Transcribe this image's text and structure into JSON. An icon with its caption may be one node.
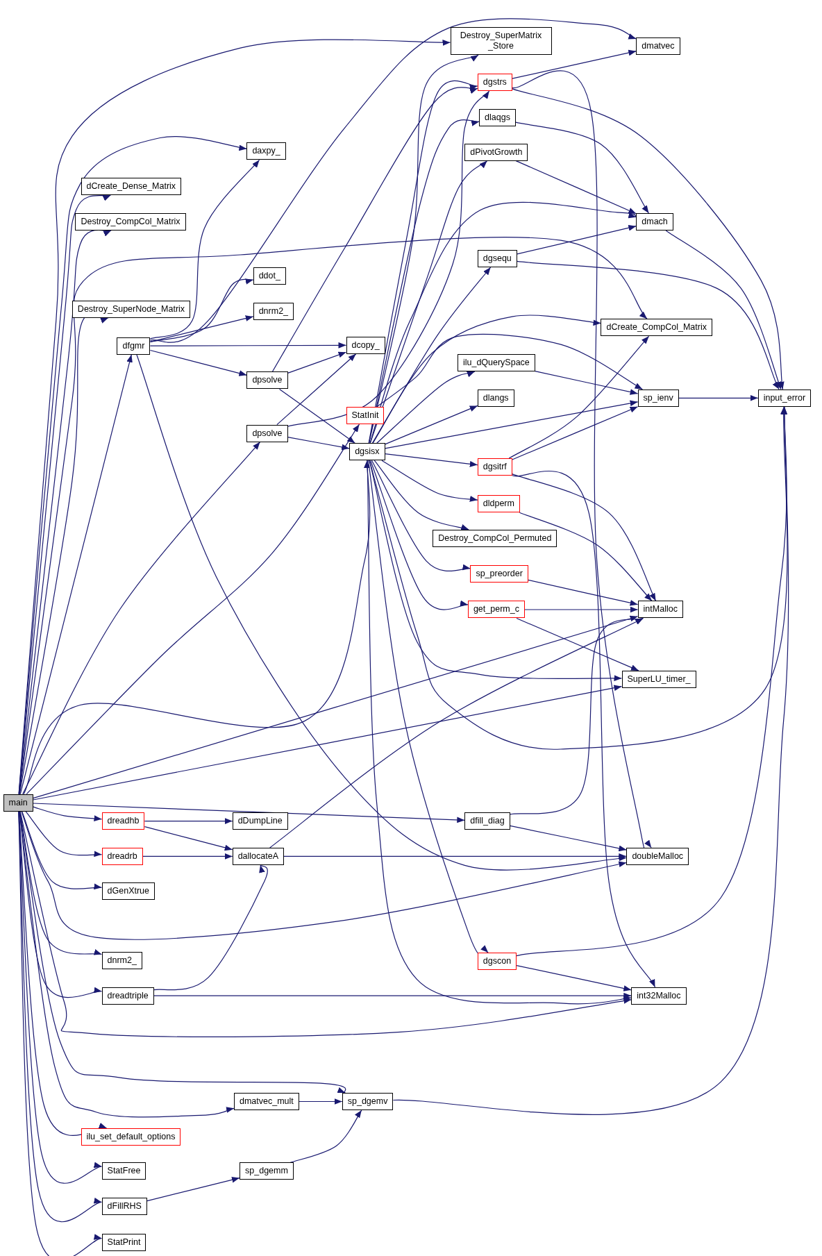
{
  "diagram": {
    "nodes": [
      {
        "text": [
          "main"
        ]
      },
      {
        "text": [
          "Destroy_SuperMatrix _Store"
        ]
      },
      {
        "text": [
          "dmatvec"
        ]
      },
      {
        "text": [
          "daxpy_"
        ]
      },
      {
        "text": [
          "dgstrs"
        ]
      },
      {
        "text": [
          "dlaqgs"
        ]
      },
      {
        "text": [
          "dPivotGrowth"
        ]
      },
      {
        "text": [
          "dCreate_Dense_Matrix"
        ]
      },
      {
        "text": [
          "Destroy_CompCol_Matrix"
        ]
      },
      {
        "text": [
          "dmach"
        ]
      },
      {
        "text": [
          "dgsequ"
        ]
      },
      {
        "text": [
          "ddot_"
        ]
      },
      {
        "text": [
          "Destroy_SuperNode_Matrix"
        ]
      },
      {
        "text": [
          "dnrm2_"
        ]
      },
      {
        "text": [
          "dCreate_CompCol_Matrix"
        ]
      },
      {
        "text": [
          "dfgmr"
        ]
      },
      {
        "text": [
          "dcopy_"
        ]
      },
      {
        "text": [
          "ilu_dQuerySpace"
        ]
      },
      {
        "text": [
          "dpsolve"
        ]
      },
      {
        "text": [
          "dlangs"
        ]
      },
      {
        "text": [
          "sp_ienv"
        ]
      },
      {
        "text": [
          "input_error"
        ]
      },
      {
        "text": [
          "StatInit"
        ]
      },
      {
        "text": [
          "dpsolve"
        ]
      },
      {
        "text": [
          "dgsisx"
        ]
      },
      {
        "text": [
          "dgsitrf"
        ]
      },
      {
        "text": [
          "dldperm"
        ]
      },
      {
        "text": [
          "Destroy_CompCol_Permuted"
        ]
      },
      {
        "text": [
          "sp_preorder"
        ]
      },
      {
        "text": [
          "intMalloc"
        ]
      },
      {
        "text": [
          "get_perm_c"
        ]
      },
      {
        "text": [
          "SuperLU_timer_"
        ]
      },
      {
        "text": [
          "dreadhb"
        ]
      },
      {
        "text": [
          "dDumpLine"
        ]
      },
      {
        "text": [
          "dfill_diag"
        ]
      },
      {
        "text": [
          "dreadrb"
        ]
      },
      {
        "text": [
          "dallocateA"
        ]
      },
      {
        "text": [
          "doubleMalloc"
        ]
      },
      {
        "text": [
          "dGenXtrue"
        ]
      },
      {
        "text": [
          "dnrm2_"
        ]
      },
      {
        "text": [
          "dgscon"
        ]
      },
      {
        "text": [
          "dreadtriple"
        ]
      },
      {
        "text": [
          "int32Malloc"
        ]
      },
      {
        "text": [
          "dmatvec_mult"
        ]
      },
      {
        "text": [
          "sp_dgemv"
        ]
      },
      {
        "text": [
          "ilu_set_default_options"
        ]
      },
      {
        "text": [
          "StatFree"
        ]
      },
      {
        "text": [
          "sp_dgemm"
        ]
      },
      {
        "text": [
          "dFillRHS"
        ]
      },
      {
        "text": [
          "StatPrint"
        ]
      }
    ],
    "edges": [
      {
        "from": 0,
        "to": 1,
        "arrow": "to"
      },
      {
        "from": 0,
        "to": 3,
        "arrow": "to"
      },
      {
        "from": 0,
        "to": 7,
        "arrow": "to"
      },
      {
        "from": 0,
        "to": 8,
        "arrow": "to"
      },
      {
        "from": 0,
        "to": 14,
        "arrow": "to"
      },
      {
        "from": 0,
        "to": 12,
        "arrow": "to"
      },
      {
        "from": 0,
        "to": 15,
        "arrow": "to"
      },
      {
        "from": 0,
        "to": 23,
        "arrow": "to"
      },
      {
        "from": 0,
        "to": 22,
        "arrow": "to"
      },
      {
        "from": 0,
        "to": 24,
        "arrow": "to"
      },
      {
        "from": 0,
        "to": 29,
        "arrow": "to"
      },
      {
        "from": 0,
        "to": 31,
        "arrow": "to"
      },
      {
        "from": 0,
        "to": 34,
        "arrow": "to"
      },
      {
        "from": 0,
        "to": 32,
        "arrow": "to"
      },
      {
        "from": 0,
        "to": 35,
        "arrow": "to"
      },
      {
        "from": 0,
        "to": 38,
        "arrow": "to"
      },
      {
        "from": 0,
        "to": 37,
        "arrow": "to"
      },
      {
        "from": 0,
        "to": 39,
        "arrow": "to"
      },
      {
        "from": 0,
        "to": 41,
        "arrow": "to"
      },
      {
        "from": 0,
        "to": 42,
        "arrow": "to"
      },
      {
        "from": 0,
        "to": 44,
        "arrow": "to"
      },
      {
        "from": 0,
        "to": 43,
        "arrow": "to"
      },
      {
        "from": 0,
        "to": 45,
        "arrow": "to"
      },
      {
        "from": 0,
        "to": 46,
        "arrow": "to"
      },
      {
        "from": 0,
        "to": 48,
        "arrow": "to"
      },
      {
        "from": 0,
        "to": 49,
        "arrow": "to"
      },
      {
        "from": 15,
        "to": 2,
        "arrow": "to"
      },
      {
        "from": 15,
        "to": 3,
        "arrow": "to"
      },
      {
        "from": 15,
        "to": 11,
        "arrow": "to"
      },
      {
        "from": 15,
        "to": 13,
        "arrow": "to"
      },
      {
        "from": 15,
        "to": 16,
        "arrow": "to"
      },
      {
        "from": 15,
        "to": 18,
        "arrow": "to"
      },
      {
        "from": 15,
        "to": 37,
        "arrow": "to"
      },
      {
        "from": 18,
        "to": 16,
        "arrow": "to"
      },
      {
        "from": 18,
        "to": 24,
        "arrow": "to"
      },
      {
        "from": 18,
        "to": 4,
        "arrow": "to"
      },
      {
        "from": 23,
        "to": 16,
        "arrow": "to"
      },
      {
        "from": 23,
        "to": 24,
        "arrow": "to"
      },
      {
        "from": 23,
        "to": 4,
        "arrow": "to"
      },
      {
        "from": 22,
        "to": 20,
        "arrow": "to"
      },
      {
        "from": 24,
        "to": 1,
        "arrow": "to"
      },
      {
        "from": 24,
        "to": 4,
        "arrow": "to"
      },
      {
        "from": 24,
        "to": 5,
        "arrow": "to"
      },
      {
        "from": 24,
        "to": 6,
        "arrow": "to"
      },
      {
        "from": 24,
        "to": 9,
        "arrow": "to"
      },
      {
        "from": 24,
        "to": 10,
        "arrow": "to"
      },
      {
        "from": 24,
        "to": 14,
        "arrow": "to"
      },
      {
        "from": 24,
        "to": 17,
        "arrow": "to"
      },
      {
        "from": 24,
        "to": 19,
        "arrow": "to"
      },
      {
        "from": 24,
        "to": 20,
        "arrow": "to"
      },
      {
        "from": 24,
        "to": 25,
        "arrow": "to"
      },
      {
        "from": 24,
        "to": 26,
        "arrow": "to"
      },
      {
        "from": 24,
        "to": 27,
        "arrow": "to"
      },
      {
        "from": 24,
        "to": 28,
        "arrow": "to"
      },
      {
        "from": 24,
        "to": 30,
        "arrow": "to"
      },
      {
        "from": 24,
        "to": 31,
        "arrow": "to"
      },
      {
        "from": 24,
        "to": 21,
        "arrow": "to"
      },
      {
        "from": 24,
        "to": 40,
        "arrow": "to"
      },
      {
        "from": 24,
        "to": 42,
        "arrow": "to"
      },
      {
        "from": 4,
        "to": 2,
        "arrow": "to"
      },
      {
        "from": 4,
        "to": 21,
        "arrow": "to"
      },
      {
        "from": 4,
        "to": 37,
        "arrow": "to"
      },
      {
        "from": 5,
        "to": 9,
        "arrow": "to"
      },
      {
        "from": 6,
        "to": 9,
        "arrow": "to"
      },
      {
        "from": 10,
        "to": 9,
        "arrow": "to"
      },
      {
        "from": 10,
        "to": 21,
        "arrow": "to"
      },
      {
        "from": 9,
        "to": 21,
        "arrow": "to"
      },
      {
        "from": 17,
        "to": 20,
        "arrow": "to"
      },
      {
        "from": 20,
        "to": 21,
        "arrow": "to"
      },
      {
        "from": 25,
        "to": 14,
        "arrow": "to"
      },
      {
        "from": 25,
        "to": 20,
        "arrow": "to"
      },
      {
        "from": 25,
        "to": 29,
        "arrow": "to"
      },
      {
        "from": 25,
        "to": 42,
        "arrow": "to"
      },
      {
        "from": 26,
        "to": 29,
        "arrow": "to"
      },
      {
        "from": 28,
        "to": 29,
        "arrow": "to"
      },
      {
        "from": 30,
        "to": 29,
        "arrow": "to"
      },
      {
        "from": 30,
        "to": 31,
        "arrow": "to"
      },
      {
        "from": 34,
        "to": 29,
        "arrow": "to"
      },
      {
        "from": 34,
        "to": 37,
        "arrow": "to"
      },
      {
        "from": 32,
        "to": 33,
        "arrow": "to"
      },
      {
        "from": 32,
        "to": 36,
        "arrow": "to"
      },
      {
        "from": 35,
        "to": 36,
        "arrow": "to"
      },
      {
        "from": 36,
        "to": 29,
        "arrow": "to"
      },
      {
        "from": 36,
        "to": 37,
        "arrow": "to"
      },
      {
        "from": 40,
        "to": 21,
        "arrow": "to"
      },
      {
        "from": 40,
        "to": 42,
        "arrow": "to"
      },
      {
        "from": 41,
        "to": 36,
        "arrow": "to"
      },
      {
        "from": 41,
        "to": 42,
        "arrow": "to"
      },
      {
        "from": 43,
        "to": 44,
        "arrow": "to"
      },
      {
        "from": 44,
        "to": 21,
        "arrow": "to"
      },
      {
        "from": 47,
        "to": 44,
        "arrow": "to"
      },
      {
        "from": 48,
        "to": 47,
        "arrow": "to"
      }
    ]
  }
}
